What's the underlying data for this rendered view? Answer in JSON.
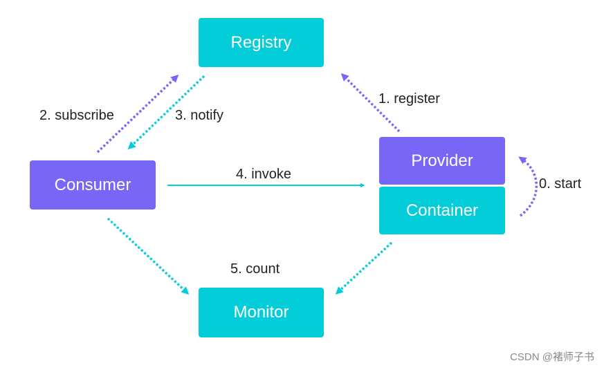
{
  "nodes": {
    "registry": "Registry",
    "consumer": "Consumer",
    "provider": "Provider",
    "container": "Container",
    "monitor": "Monitor"
  },
  "edges": {
    "start": "0. start",
    "register": "1. register",
    "subscribe": "2. subscribe",
    "notify": "3. notify",
    "invoke": "4. invoke",
    "count": "5. count"
  },
  "watermark": "CSDN @褚师子书",
  "colors": {
    "teal": "#04cdda",
    "purple": "#7866f6",
    "text": "#222222",
    "background": "#ffffff"
  }
}
